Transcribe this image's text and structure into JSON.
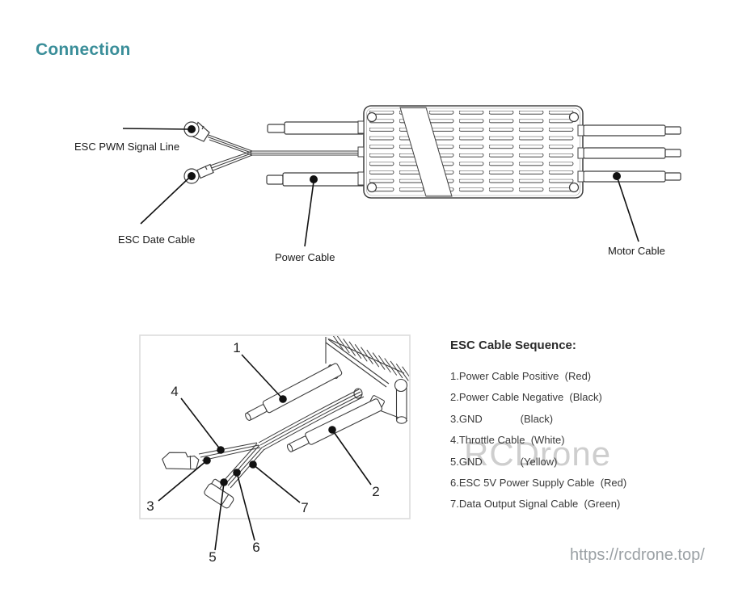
{
  "title": "Connection",
  "accent_color": "#3a8e99",
  "top_diagram": {
    "labels": {
      "pwm_signal_line": "ESC PWM Signal Line",
      "date_cable": "ESC Date Cable",
      "power_cable": "Power Cable",
      "motor_cable": "Motor Cable"
    }
  },
  "bottom_diagram": {
    "callouts": [
      "1",
      "2",
      "3",
      "4",
      "5",
      "6",
      "7"
    ]
  },
  "sequence": {
    "title": "ESC Cable Sequence:",
    "items": [
      "1.Power Cable Positive  (Red)",
      "2.Power Cable Negative  (Black)",
      "3.GND             (Black)",
      "4.Throttle Cable  (White)",
      "5.GND             (Yellow)",
      "6.ESC 5V Power Supply Cable  (Red)",
      "7.Data Output Signal Cable  (Green)"
    ]
  },
  "watermark": "RCDrone",
  "website": "https://rcdrone.top/"
}
